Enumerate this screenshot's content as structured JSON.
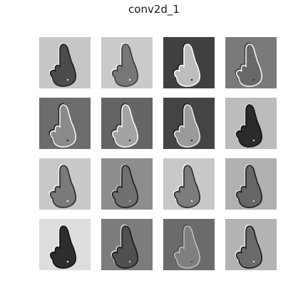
{
  "figure": {
    "title": "conv2d_1"
  },
  "feature_maps": [
    {
      "index": 0,
      "background": "#c6c6c6",
      "hand": "#4b4b4b",
      "edge": "#1e1e1e",
      "highlight": "#ececec"
    },
    {
      "index": 1,
      "background": "#cacaca",
      "hand": "#777777",
      "edge": "#3a3a3a",
      "highlight": "#f0f0f0"
    },
    {
      "index": 2,
      "background": "#404040",
      "hand": "#bdbdbd",
      "edge": "#ffffff",
      "highlight": "#222222"
    },
    {
      "index": 3,
      "background": "#7a7a7a",
      "hand": "#686868",
      "edge": "#f4f4f4",
      "highlight": "#3a3a3a"
    },
    {
      "index": 4,
      "background": "#6c6c6c",
      "hand": "#8a8a8a",
      "edge": "#f2f2f2",
      "highlight": "#1f1f1f"
    },
    {
      "index": 5,
      "background": "#656565",
      "hand": "#a3a3a3",
      "edge": "#f6f6f6",
      "highlight": "#2a2a2a"
    },
    {
      "index": 6,
      "background": "#444444",
      "hand": "#9a9a9a",
      "edge": "#e6e6e6",
      "highlight": "#1d1d1d"
    },
    {
      "index": 7,
      "background": "#bcbcbc",
      "hand": "#2b2b2b",
      "edge": "#151515",
      "highlight": "#d8d8d8"
    },
    {
      "index": 8,
      "background": "#c8c8c8",
      "hand": "#7a7a7a",
      "edge": "#2a2a2a",
      "highlight": "#f2f2f2"
    },
    {
      "index": 9,
      "background": "#8d8d8d",
      "hand": "#707070",
      "edge": "#1d1d1d",
      "highlight": "#b8b8b8"
    },
    {
      "index": 10,
      "background": "#c8c8c8",
      "hand": "#7c7c7c",
      "edge": "#2a2a2a",
      "highlight": "#efefef"
    },
    {
      "index": 11,
      "background": "#b0b0b0",
      "hand": "#666666",
      "edge": "#1d1d1d",
      "highlight": "#d6d6d6"
    },
    {
      "index": 12,
      "background": "#dddddd",
      "hand": "#2d2d2d",
      "edge": "#121212",
      "highlight": "#f0f0f0"
    },
    {
      "index": 13,
      "background": "#7c7c7c",
      "hand": "#505050",
      "edge": "#1a1a1a",
      "highlight": "#d6d6d6"
    },
    {
      "index": 14,
      "background": "#6b6b6b",
      "hand": "#7f7f7f",
      "edge": "#bdbdbd",
      "highlight": "#4d4d4d"
    },
    {
      "index": 15,
      "background": "#b3b3b3",
      "hand": "#6a6a6a",
      "edge": "#1a1a1a",
      "highlight": "#ededed"
    }
  ]
}
